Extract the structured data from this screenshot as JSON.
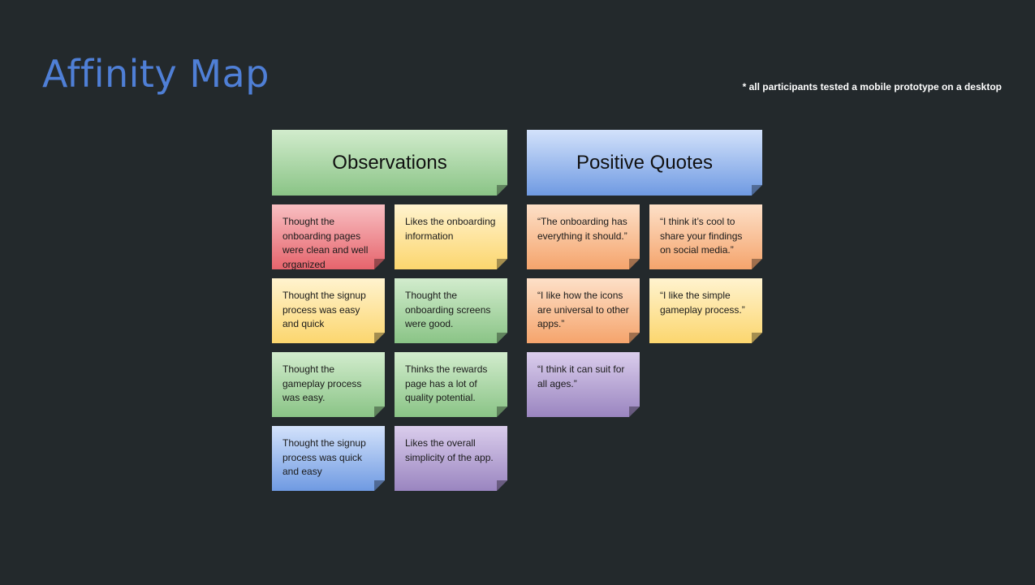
{
  "page": {
    "title": "Affinity Map",
    "note": "* all participants tested a mobile prototype on a desktop"
  },
  "observations": {
    "header": "Observations",
    "notes": [
      "Thought the onboarding pages were clean and well organized",
      "Likes the onboarding information",
      "Thought the signup process was easy and quick",
      "Thought the onboarding screens were good.",
      "Thought the gameplay process was easy.",
      "Thinks the rewards page has a lot of quality potential.",
      "Thought the signup process was quick and easy",
      "Likes the overall simplicity of the app."
    ]
  },
  "positive_quotes": {
    "header": "Positive Quotes",
    "notes": [
      "“The onboarding has everything it should.”",
      "“I think it’s cool to share your findings on social media.”",
      "“I like how the icons are universal to other apps.”",
      "“I like the simple gameplay process.”",
      "“I think it can suit for all ages.”"
    ]
  },
  "colors": {
    "background": "#23292c",
    "title": "#4f7fd6",
    "pink": "#e6646c",
    "yellow": "#fcd66e",
    "green": "#8ac486",
    "blue": "#6f9ae2",
    "purple": "#9a85c0",
    "orange": "#f5a46c"
  }
}
